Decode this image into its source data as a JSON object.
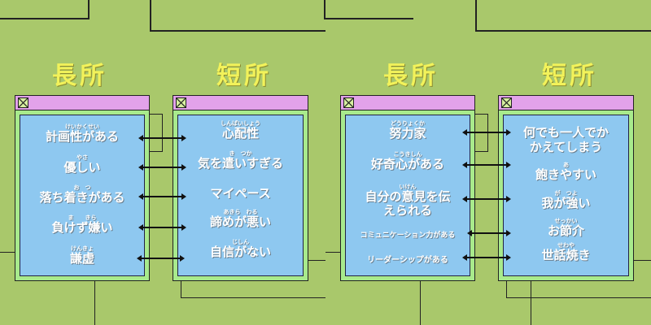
{
  "sections": [
    {
      "heading": "長所",
      "items": [
        {
          "reading": "けいかくせい",
          "text": "計画性がある"
        },
        {
          "reading": "やさ",
          "text": "優しい"
        },
        {
          "reading": "お　つ",
          "text": "落ち着きがある"
        },
        {
          "reading": "ま　　きら",
          "text": "負けず嫌い"
        },
        {
          "reading": "けんきょ",
          "text": "謙虚"
        }
      ]
    },
    {
      "heading": "短所",
      "items": [
        {
          "reading": "しんぱいしょう",
          "text": "心配性"
        },
        {
          "reading": "き　つか",
          "text": "気を遣いすぎる"
        },
        {
          "reading": "",
          "text": "マイペース"
        },
        {
          "reading": "あきら　わる",
          "text": "諦めが悪い"
        },
        {
          "reading": "じしん",
          "text": "自信がない"
        }
      ]
    },
    {
      "heading": "長所",
      "items": [
        {
          "reading": "どうりょくか",
          "text": "努力家"
        },
        {
          "reading": "こうきしん",
          "text": "好奇心がある"
        },
        {
          "reading": "いけん",
          "text": "自分の意見を伝えられる"
        },
        {
          "reading": "",
          "text": "コミュニケーション力がある"
        },
        {
          "reading": "",
          "text": "リーダーシップがある"
        }
      ]
    },
    {
      "heading": "短所",
      "items": [
        {
          "reading": "",
          "text": "何でも一人でかかえてしまう"
        },
        {
          "reading": "あ",
          "text": "飽きやすい"
        },
        {
          "reading": "が　つよ",
          "text": "我が強い"
        },
        {
          "reading": "せっかい",
          "text": "お節介"
        },
        {
          "reading": "せわや",
          "text": "世話焼き"
        }
      ]
    }
  ],
  "colors": {
    "background": "#a9c86b",
    "heading": "#f2f25a",
    "titlebar": "#e2a2ea",
    "frame": "#a8ea8c",
    "content": "#8ec8f0"
  }
}
